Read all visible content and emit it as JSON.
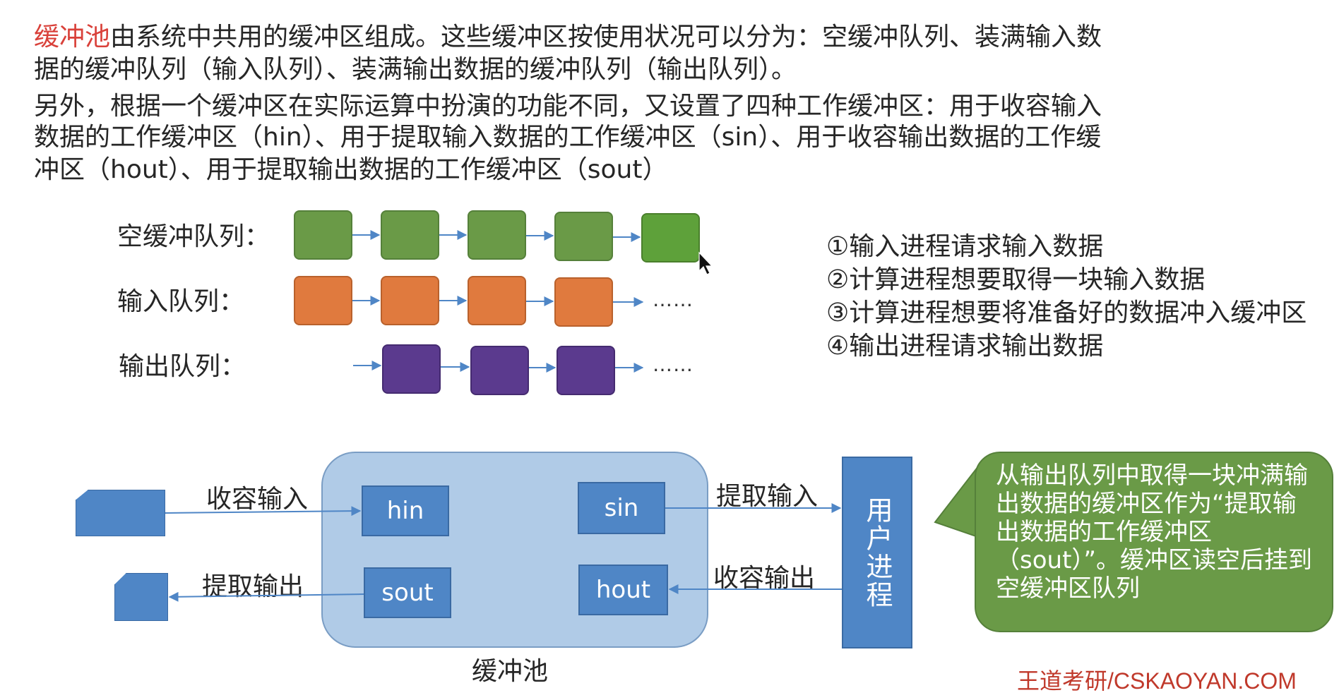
{
  "intro": {
    "highlight": "缓冲池",
    "line1_rest": "由系统中共用的缓冲区组成。这些缓冲区按使用状况可以分为：空缓冲队列、装满输入数",
    "line2": "据的缓冲队列（输入队列）、装满输出数据的缓冲队列（输出队列）。",
    "line3": "另外，根据一个缓冲区在实际运算中扮演的功能不同，又设置了四种工作缓冲区：用于收容输入",
    "line4": "数据的工作缓冲区（hin）、用于提取输入数据的工作缓冲区（sin）、用于收容输出数据的工作缓",
    "line5": "冲区（hout）、用于提取输出数据的工作缓冲区（sout）"
  },
  "queues": {
    "empty_label": "空缓冲队列：",
    "input_label": "输入队列：",
    "output_label": "输出队列：",
    "ellipsis": "……",
    "colors": {
      "empty": "#6a9a47",
      "input": "#e07a3e",
      "output": "#5b3a8e"
    }
  },
  "steps": [
    "①输入进程请求输入数据",
    "②计算进程想要取得一块输入数据",
    "③计算进程想要将准备好的数据冲入缓冲区",
    "④输出进程请求输出数据"
  ],
  "pool": {
    "label": "缓冲池",
    "hin": "hin",
    "sin": "sin",
    "sout": "sout",
    "hout": "hout"
  },
  "edges": {
    "collect_input": "收容输入",
    "extract_output": "提取输出",
    "extract_input": "提取输入",
    "collect_output": "收容输出"
  },
  "user_process": "用户进程",
  "note": "从输出队列中取得一块冲满输出数据的缓冲区作为“提取输出数据的工作缓冲区（sout）”。缓冲区读空后挂到空缓冲区队列",
  "brand": "王道考研/CSKAOYAN.COM"
}
